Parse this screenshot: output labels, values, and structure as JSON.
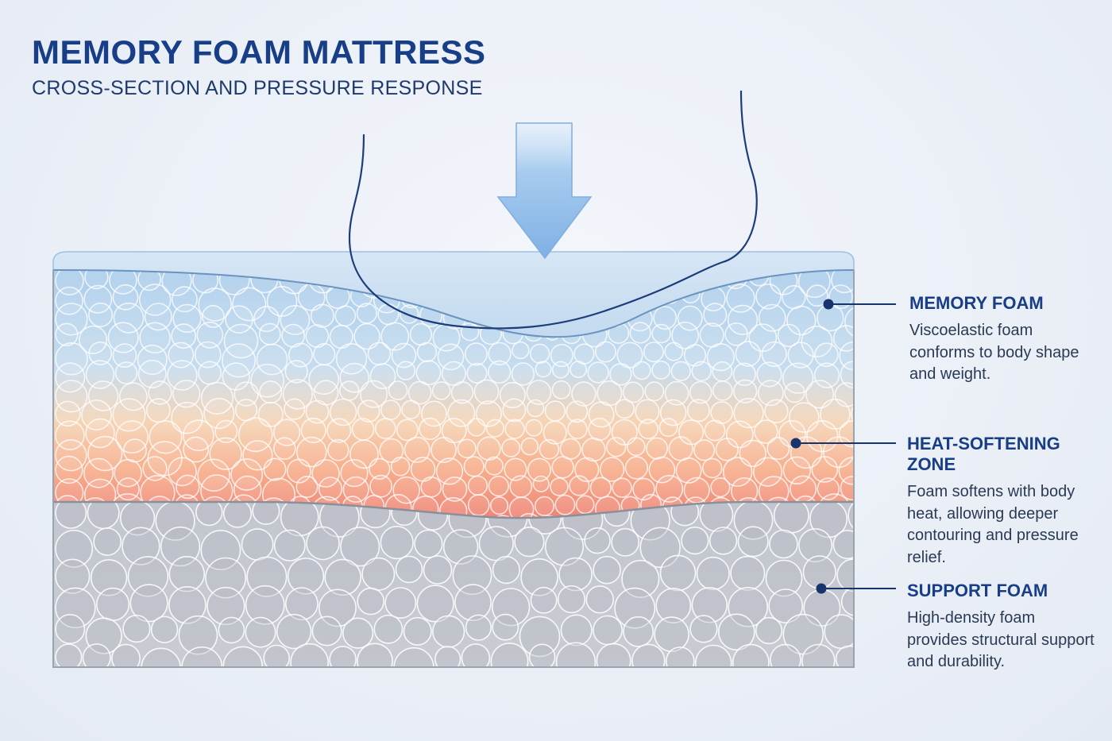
{
  "header": {
    "title": "MEMORY FOAM MATTRESS",
    "subtitle": "CROSS-SECTION AND PRESSURE RESPONSE"
  },
  "callouts": [
    {
      "title": "MEMORY FOAM",
      "description": "Viscoelastic foam conforms to body shape and weight."
    },
    {
      "title": "HEAT-SOFTENING ZONE",
      "description": "Foam softens with body heat, allowing deeper contouring and pressure relief."
    },
    {
      "title": "SUPPORT FOAM",
      "description": "High-density foam provides structural support and durability."
    }
  ],
  "colors": {
    "title": "#173e86",
    "memory_foam": "#a9cbea",
    "heat_zone": "#f08a7a",
    "support_foam": "#c4c8d0",
    "arrow": "#8cb8e8",
    "leader_line": "#17346f"
  },
  "icons": {
    "pressure_indicator": "down-arrow-icon"
  }
}
